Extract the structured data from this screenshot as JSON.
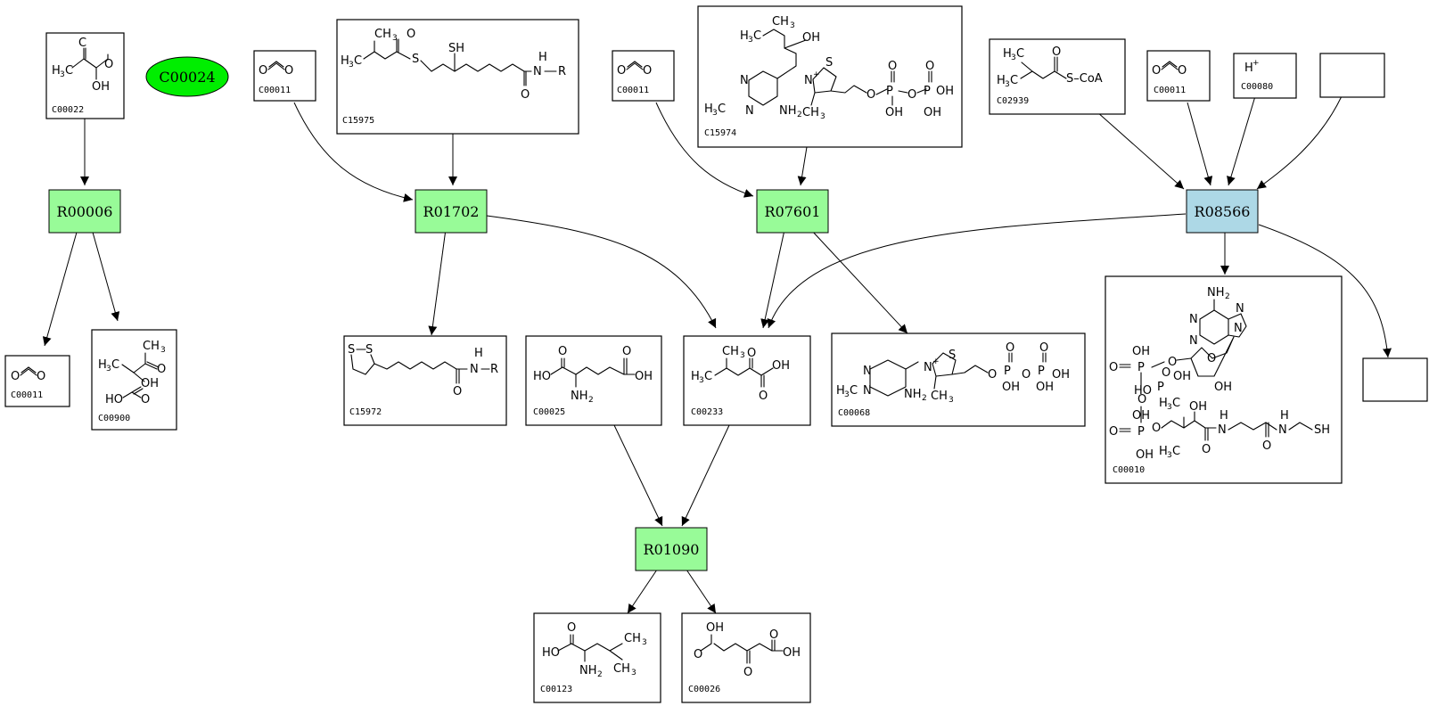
{
  "reactions": {
    "r00006": "R00006",
    "r01702": "R01702",
    "r07601": "R07601",
    "r08566": "R08566",
    "r01090": "R01090"
  },
  "compounds": {
    "c00022": "C00022",
    "c00024": "C00024",
    "c00011_a": "C00011",
    "c15975": "C15975",
    "c00011_b": "C00011",
    "c15974": "C15974",
    "c02939": "C02939",
    "c00011_c": "C00011",
    "c00080": "C00080",
    "c00011_d": "C00011",
    "c00900": "C00900",
    "c15972": "C15972",
    "c00025": "C00025",
    "c00233": "C00233",
    "c00068": "C00068",
    "c00010": "C00010",
    "c00123": "C00123",
    "c00026": "C00026"
  },
  "atoms": {
    "H3C": "H",
    "CH3": "CH",
    "three": "3",
    "two": "2",
    "O": "O",
    "OH": "OH",
    "HO": "HO",
    "S": "S",
    "SH": "SH",
    "N": "N",
    "NH": "NH",
    "NH2": "NH",
    "R": "R",
    "P": "P",
    "H_plus": "H",
    "plus": "+",
    "SCoA": "S–CoA",
    "C": "C"
  },
  "colors": {
    "reaction_green": "#98fb98",
    "reaction_blue": "#add8e6",
    "compound_ellipse": "#00ee00"
  }
}
